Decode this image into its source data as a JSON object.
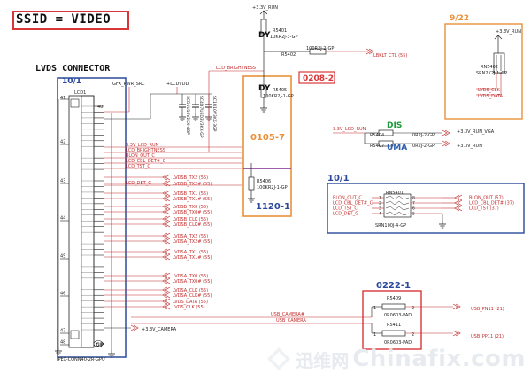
{
  "title": "SSID = VIDEO",
  "lvds_connector": {
    "heading": "LVDS CONNECTOR",
    "date_mark": "10/1",
    "ref": "LCD1",
    "part": "IPEX-CONN40-2R-GPU",
    "gfx_pwr_src": "GFX_PWR_SRC",
    "lcdvdd": "+LCDVDD",
    "pin_top_left": "41",
    "pin_top_right": "40",
    "pins_left": [
      "42",
      "43",
      "44",
      "45",
      "46",
      "47",
      "48"
    ],
    "cap_labels": [
      "SCD1U10V2KX-4GP",
      "SC4D7U6D3V3KX-GP",
      "SC1U10V3KX-3GP"
    ],
    "gp_mark": "GP",
    "camera_net": "+3.3V_CAMERA"
  },
  "net_labels": [
    "3.3V_LCD_RUN",
    "LCD_BRIGHTNESS",
    "BLON_OUT_C",
    "LCD_CBL_DET#_C",
    "LCD_TST_C",
    "LCD_DET_G",
    "LVDSB_TX2 (55)",
    "LVDSB_TX2# (55)",
    "LVDSB_TX1 (55)",
    "LVDSB_TX1# (55)",
    "LVDSB_TX0 (55)",
    "LVDSB_TX0# (55)",
    "LVDSB_CLK (55)",
    "LVDSB_CLK# (55)",
    "LVDSA_TX2 (55)",
    "LVDSA_TX2# (55)",
    "LVDSA_TX1 (55)",
    "LVDSA_TX1# (55)",
    "LVDSA_TX0 (55)",
    "LVDSA_TX0# (55)",
    "LVDSA_CLK (55)",
    "LVDSA_CLK# (55)",
    "LVDS_DATA (55)",
    "LVDS_CLK (55)"
  ],
  "top_rail": "+3.3V_RUN",
  "backlight": {
    "dy": "DY",
    "r5401_ref": "R5401",
    "r5401_part": "10KR2J-3-GP",
    "r5402_ref": "R5402",
    "r5402_part": "100R2J-2-GP",
    "lbklt_ctl": "LBKLT_CTL (55)",
    "lcd_brightness": "LCD_BRIGHTNESS"
  },
  "red_box_label": "0208-2",
  "orange_box": {
    "label": "0105-7",
    "dy": "DY",
    "r5405_ref": "R5405",
    "r5405_part": "100KR2J-1-GP"
  },
  "purple_box": {
    "label": "1120-1",
    "r5406_ref": "R5406",
    "r5406_part": "100KR2J-1-GP"
  },
  "right_panel": {
    "date": "9/22",
    "rail": "+3.3V_RUN",
    "rn_ref": "RN5402",
    "rn_part": "SRN2K2J-1-GP",
    "lvds_clk": "LVDS_CLK",
    "lvds_data": "LVDS_DATA"
  },
  "dis_uma": {
    "dis": "DIS",
    "uma": "UMA",
    "lcd_run": "3.3V_LCD_RUN",
    "r5404_ref": "R5404",
    "r5404_part": "0R2J-2-GP",
    "r5407_ref": "R5407",
    "r5407_part": "0R2J-2-GP",
    "vga_net": "+3.3V_RUN_VGA",
    "run_net": "+3.3V_RUN"
  },
  "rn5401_block": {
    "date": "10/1",
    "ref": "RN5401",
    "part": "SRN100J-4-GP",
    "left_nets": [
      "BLON_OUT_C",
      "LCD_CBL_DET#_C",
      "LCD_TST_C",
      "LCD_DET_G"
    ],
    "right_nets": [
      "BLON_OUT (57)",
      "LCD_CBL_DET# (37)",
      "LCD_TST (37)"
    ],
    "pins_left": [
      "1",
      "2",
      "3",
      "4"
    ],
    "pins_right": [
      "8",
      "7",
      "6",
      "5"
    ]
  },
  "usb_block": {
    "date": "0222-1",
    "r5409_ref": "R5409",
    "r5409_part": "0R0603-PAD",
    "r5411_ref": "R5411",
    "r5411_part": "0R0603-PAD",
    "usb_camera_n": "USB_CAMERA#",
    "usb_camera": "USB_CAMERA",
    "usb_pn11": "USB_PN11 (21)",
    "usb_pp11": "USB_PP11 (21)",
    "pin1": "1",
    "pin2": "2"
  },
  "watermark": {
    "cn": "迅维网",
    "en": "Chinafix.com"
  },
  "colors": {
    "red": "#d9363a",
    "orange": "#e8913a",
    "purple": "#7b2d8e",
    "blue": "#2b4a9b",
    "wire": "#222222",
    "net_red": "#c42a2a",
    "label_blue": "#2f5fb0"
  }
}
